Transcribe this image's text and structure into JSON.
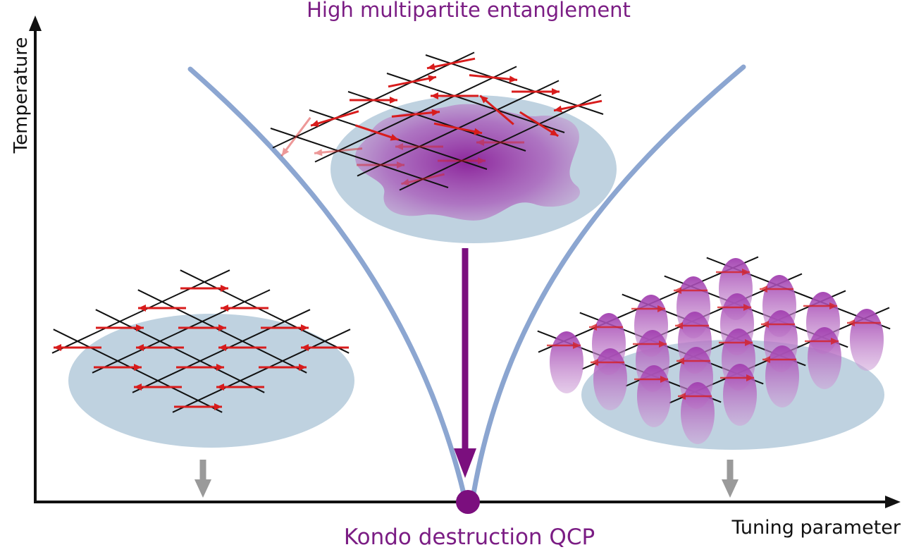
{
  "title": "High multipartite entanglement",
  "axes": {
    "y_label": "Temperature",
    "x_label": "Tuning parameter"
  },
  "critical_point_label": "Kondo destruction QCP",
  "colors": {
    "label_purple": "#7b1d84",
    "critical_point": "#7b0f7e",
    "boundary_curve": "#7f9ccc",
    "disc_fill": "#bfd2e0",
    "spin_arrow": "#d81c1c",
    "lattice": "#111111",
    "entanglement_cloud": "#a24ab0",
    "down_arrow_grey": "#9a9a9a"
  },
  "icons": {
    "antiferromagnet_panel": "antiferromagnetic-lattice-icon",
    "entangled_panel": "entangled-spin-cloud-icon",
    "kondo_singlet_panel": "kondo-singlet-lattice-icon"
  }
}
